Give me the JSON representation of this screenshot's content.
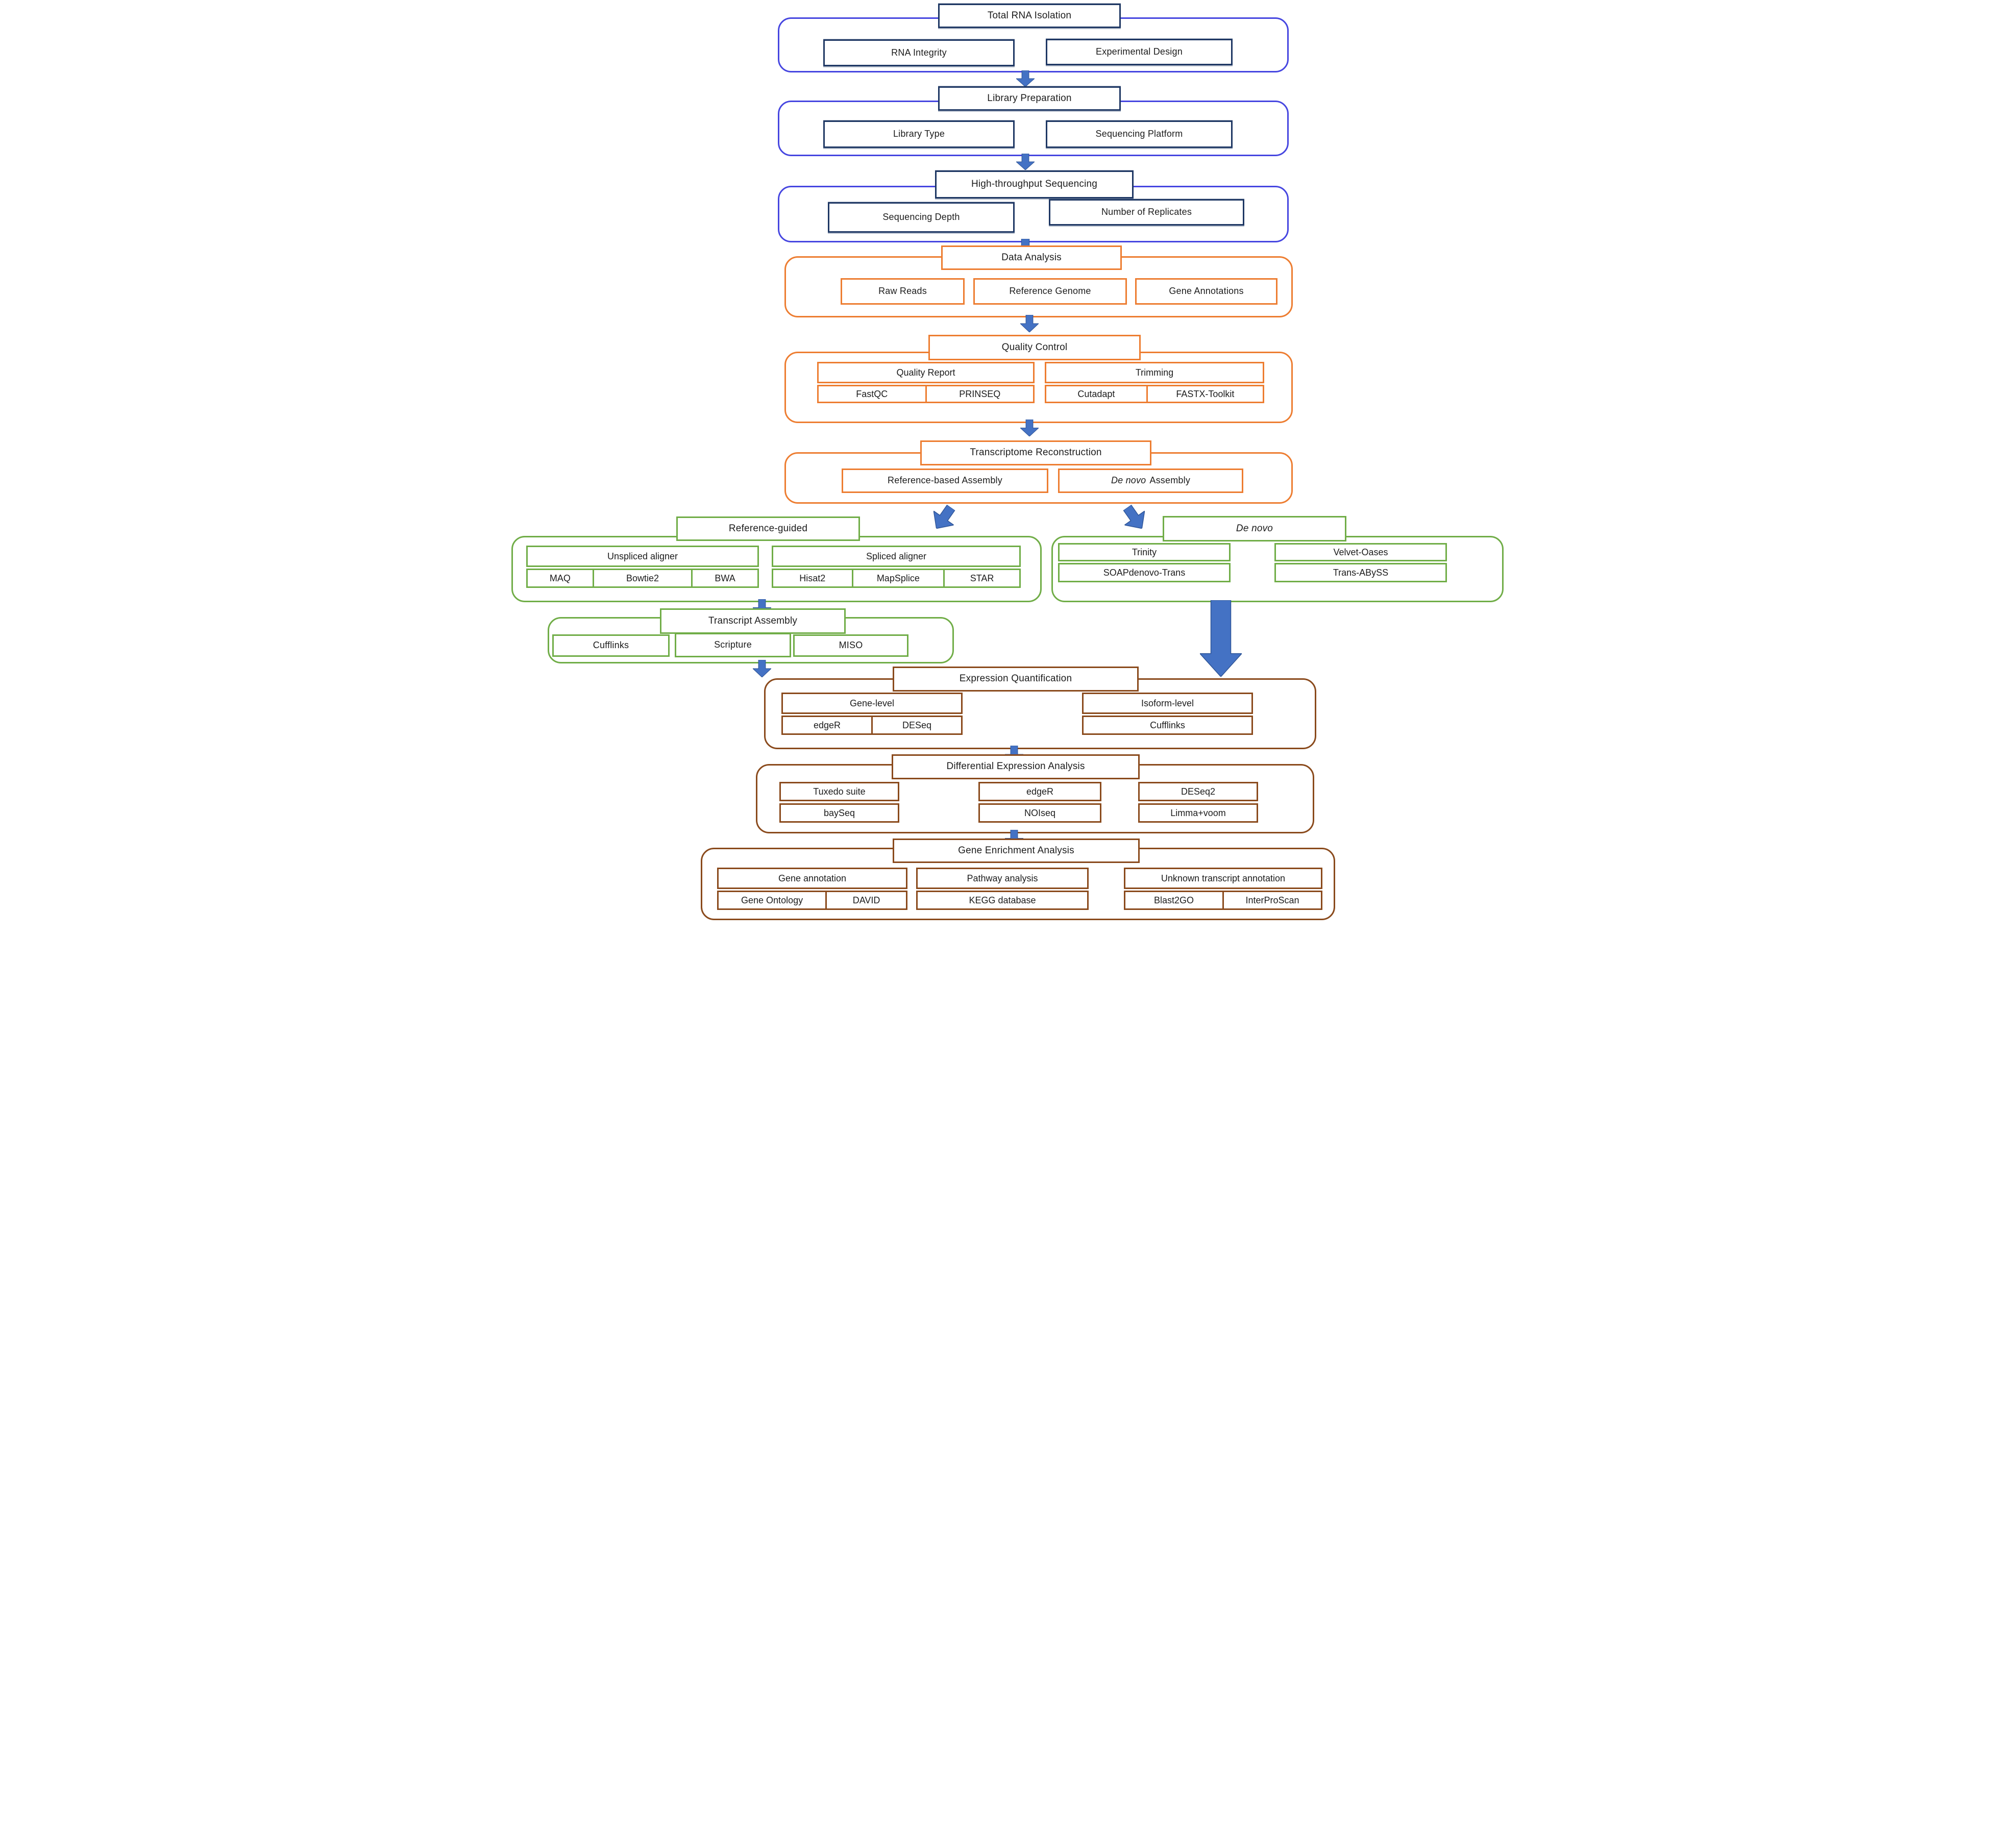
{
  "colors": {
    "blue_container_border": "#4646e0",
    "navy_box_border": "#1f3864",
    "orange_border": "#ed7d31",
    "green_border": "#70ad47",
    "brown_border": "#8a4a1c",
    "arrow_fill": "#4472c4",
    "arrow_stroke": "#2f5597",
    "text": "#1c1c1c",
    "background": "#ffffff"
  },
  "stages": {
    "rna_isolation": {
      "title": "Total RNA Isolation",
      "items": [
        "RNA Integrity",
        "Experimental Design"
      ]
    },
    "library_prep": {
      "title": "Library Preparation",
      "items": [
        "Library Type",
        "Sequencing Platform"
      ]
    },
    "sequencing": {
      "title": "High-throughput Sequencing",
      "items": [
        "Sequencing Depth",
        "Number of Replicates"
      ]
    },
    "data_analysis": {
      "title": "Data Analysis",
      "items": [
        "Raw Reads",
        "Reference Genome",
        "Gene Annotations"
      ]
    },
    "quality_control": {
      "title": "Quality Control",
      "groups": [
        {
          "header": "Quality Report",
          "tools": [
            "FastQC",
            "PRINSEQ"
          ]
        },
        {
          "header": "Trimming",
          "tools": [
            "Cutadapt",
            "FASTX-Toolkit"
          ]
        }
      ]
    },
    "transcriptome_reconstruction": {
      "title": "Transcriptome Reconstruction",
      "items": [
        "Reference-based Assembly"
      ],
      "de_novo_assembly": {
        "italic": "De novo",
        "rest": "Assembly"
      }
    },
    "reference_guided": {
      "title": "Reference-guided",
      "groups": [
        {
          "header": "Unspliced aligner",
          "tools": [
            "MAQ",
            "Bowtie2",
            "BWA"
          ]
        },
        {
          "header": "Spliced aligner",
          "tools": [
            "Hisat2",
            "MapSplice",
            "STAR"
          ]
        }
      ]
    },
    "de_novo": {
      "title": "De novo",
      "columns": [
        {
          "rows": [
            "Trinity",
            "SOAPdenovo-Trans"
          ]
        },
        {
          "rows": [
            "Velvet-Oases",
            "Trans-ABySS"
          ]
        }
      ]
    },
    "transcript_assembly": {
      "title": "Transcript Assembly",
      "items": [
        "Cufflinks",
        "Scripture",
        "MISO"
      ]
    },
    "expression_quantification": {
      "title": "Expression Quantification",
      "groups": [
        {
          "header": "Gene-level",
          "tools": [
            "edgeR",
            "DESeq"
          ]
        },
        {
          "header": "Isoform-level",
          "tools": [
            "Cufflinks"
          ]
        }
      ]
    },
    "differential_expression": {
      "title": "Differential Expression Analysis",
      "columns": [
        {
          "rows": [
            "Tuxedo suite",
            "baySeq"
          ]
        },
        {
          "rows": [
            "edgeR",
            "NOIseq"
          ]
        },
        {
          "rows": [
            "DESeq2",
            "Limma+voom"
          ]
        }
      ]
    },
    "gene_enrichment": {
      "title": "Gene Enrichment Analysis",
      "groups": [
        {
          "header": "Gene annotation",
          "tools": [
            "Gene Ontology",
            "DAVID"
          ]
        },
        {
          "header": "Pathway analysis",
          "tools": [
            "KEGG database"
          ]
        },
        {
          "header": "Unknown transcript annotation",
          "tools": [
            "Blast2GO",
            "InterProScan"
          ]
        }
      ]
    }
  }
}
